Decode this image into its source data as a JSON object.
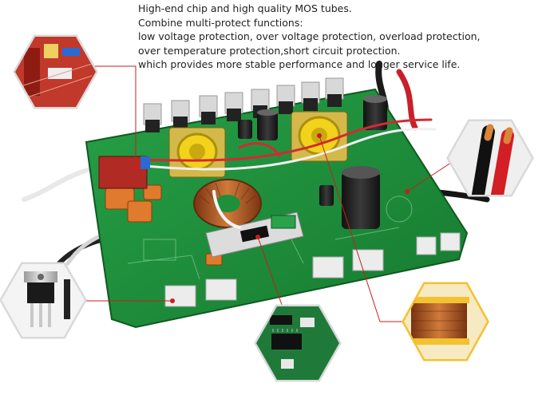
{
  "description": {
    "lines": [
      "High-end chip and high quality MOS tubes.",
      "Combine multi-protect functions:",
      "low voltage protection, over voltage protection, overload protection,",
      "over temperature protection,short circuit protection.",
      "which provides more stable performance and longer service life."
    ]
  },
  "colors": {
    "pcb_green": "#1f8f3a",
    "pcb_dark": "#146a2a",
    "callout_line": "#c81e1e",
    "hex_border": "#d9d9d9",
    "coil_copper": "#b5602a",
    "transformer_yellow": "#f2d21a"
  },
  "detail_icons": [
    "pcb-closeup-icon",
    "red-black-cable-icon",
    "mos-transistor-icon",
    "control-chip-icon",
    "copper-coil-icon"
  ]
}
